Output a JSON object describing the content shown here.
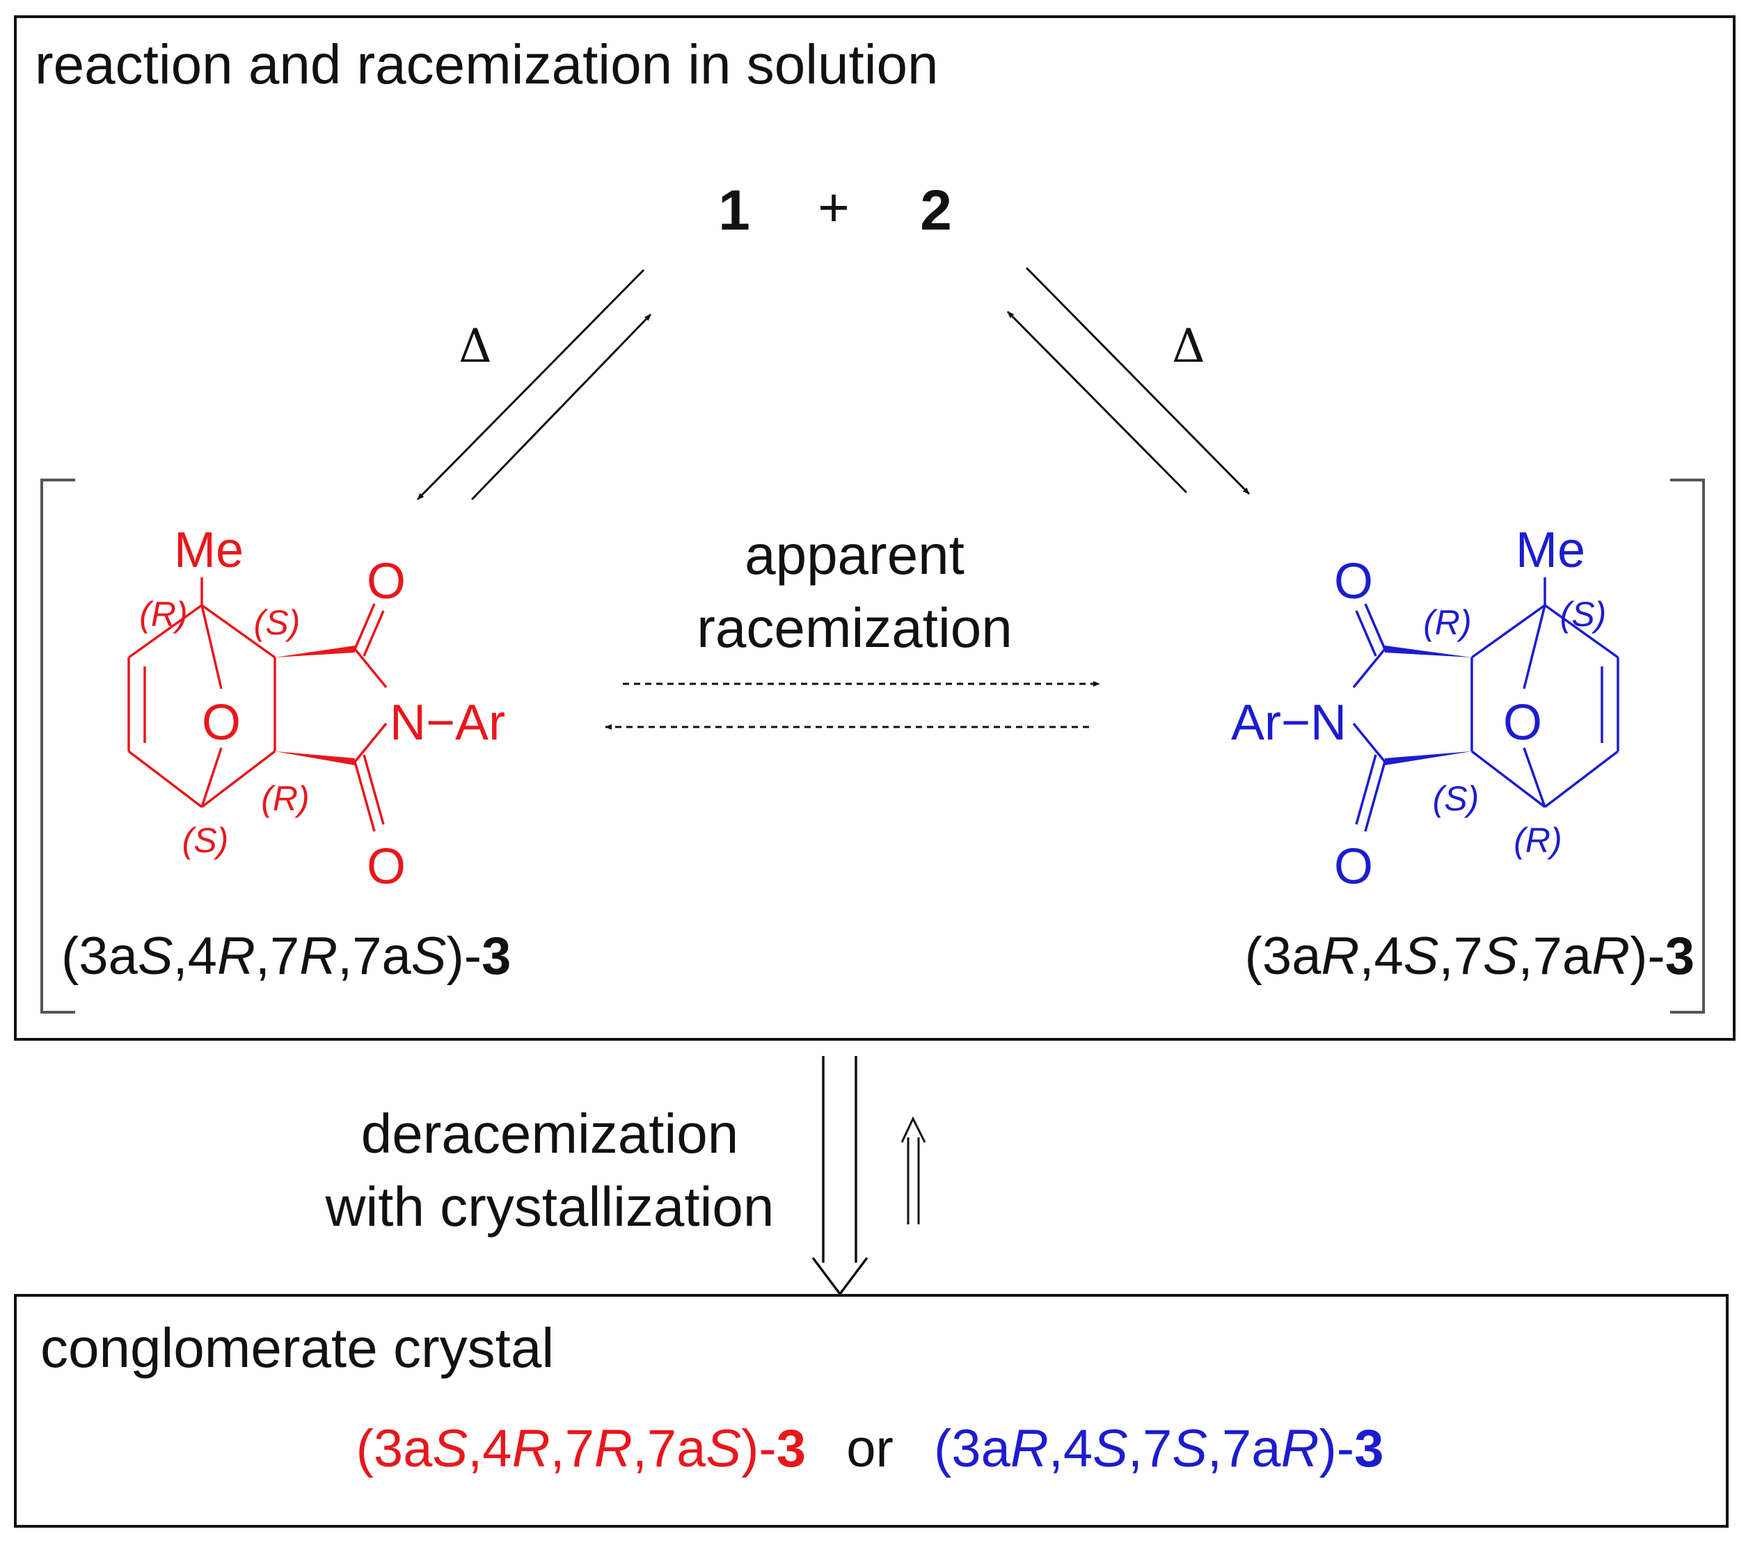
{
  "top_box": {
    "title": "reaction and racemization in solution"
  },
  "reactants": {
    "r1": "1",
    "plus": "+",
    "r2": "2"
  },
  "heat": {
    "left": "Δ",
    "right": "Δ"
  },
  "center": {
    "line1": "apparent",
    "line2": "racemization"
  },
  "left_molecule": {
    "color": "#e8171c",
    "me": "Me",
    "ring_o": "O",
    "carbonyl_top": "O",
    "carbonyl_bottom": "O",
    "n_ar": "N−Ar",
    "d_topleft": "(R)",
    "d_topright": "(S)",
    "d_bottomright": "(R)",
    "d_bottom": "(S)",
    "name": {
      "p1": "(3a",
      "s1": "S",
      "p2": ",4",
      "s2": "R",
      "p3": ",7",
      "s3": "R",
      "p4": ",7a",
      "s4": "S",
      "p5": ")-",
      "num": "3"
    }
  },
  "right_molecule": {
    "color": "#1c1ccf",
    "me": "Me",
    "ring_o": "O",
    "carbonyl_top": "O",
    "carbonyl_bottom": "O",
    "ar_n": "Ar−N",
    "d_topleft": "(R)",
    "d_topright": "(S)",
    "d_bottomleft": "(S)",
    "d_bottom": "(R)",
    "name": {
      "p1": "(3a",
      "s1": "R",
      "p2": ",4",
      "s2": "S",
      "p3": ",7",
      "s3": "S",
      "p4": ",7a",
      "s4": "R",
      "p5": ")-",
      "num": "3"
    }
  },
  "process": {
    "line1": "deracemization",
    "line2": "with crystallization"
  },
  "bottom_box": {
    "title": "conglomerate crystal",
    "or": "or"
  }
}
